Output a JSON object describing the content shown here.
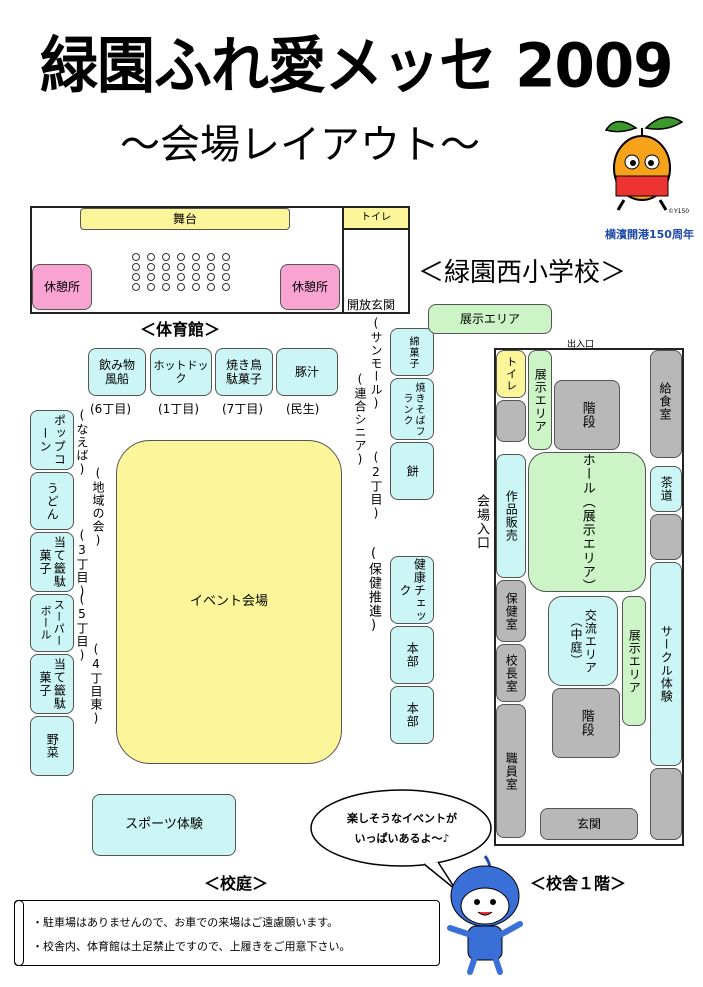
{
  "header": {
    "title": "緑園ふれ愛メッセ 2009",
    "subtitle": "〜会場レイアウト〜",
    "anniversary": "横濱開港150周年",
    "copyright": "©Y150"
  },
  "school_name": "＜緑園西小学校＞",
  "gym": {
    "label": "＜体育館＞",
    "stage": "舞台",
    "toilet": "トイレ",
    "rest_left": "休憩所",
    "rest_right": "休憩所",
    "entrance": "開放玄関"
  },
  "yard": {
    "label": "＜校庭＞",
    "stalls_top": [
      {
        "name": "飲み物\n風船",
        "group": "(6丁目)"
      },
      {
        "name": "ホットドック",
        "group": "(1丁目)"
      },
      {
        "name": "焼き鳥\n駄菓子",
        "group": "(7丁目)"
      },
      {
        "name": "豚汁",
        "group": "(民生)"
      }
    ],
    "stalls_left": [
      "ポップコーン",
      "うどん",
      "当て籤駄菓子",
      "スーパーボール",
      "当て籤駄菓子",
      "野菜"
    ],
    "groups_left": [
      "(なえば)",
      "(地域の会)",
      "(3丁目)",
      "(5丁目)",
      "(4丁目東)"
    ],
    "stalls_right": [
      "綿菓子",
      "焼きそばフランク",
      "餅",
      "健康チェック",
      "本部",
      "本部"
    ],
    "groups_right": [
      "(サンモール)",
      "(連合シニア)",
      "(2丁目)",
      "(保健推進)"
    ],
    "event_area": "イベント会場",
    "sports": "スポーツ体験"
  },
  "school": {
    "label": "＜校舎１階＞",
    "exhibit_top": "展示エリア",
    "exit": "出入口",
    "entrance": "会場入口",
    "toilet": "トイレ",
    "exhibit_v1": "展示エリア",
    "stairs1": "階段",
    "stairs2": "階段",
    "hall": "ホール（展示エリア）",
    "sales": "作品販売",
    "health_room": "保健室",
    "principal": "校長室",
    "staff_room": "職員室",
    "exchange": "交流エリア（中庭）",
    "exhibit_v2": "展示エリア",
    "kitchen": "給食室",
    "tea": "茶道",
    "circle": "サークル体験",
    "foyer": "玄関"
  },
  "bubble": {
    "line1": "楽しそうなイベントが",
    "line2": "いっぱいあるよ〜♪"
  },
  "notes": [
    "・駐車場はありませんので、お車での来場はご遠慮願います。",
    "・校舎内、体育館は土足禁止ですので、上履きをご用意下さい。"
  ]
}
